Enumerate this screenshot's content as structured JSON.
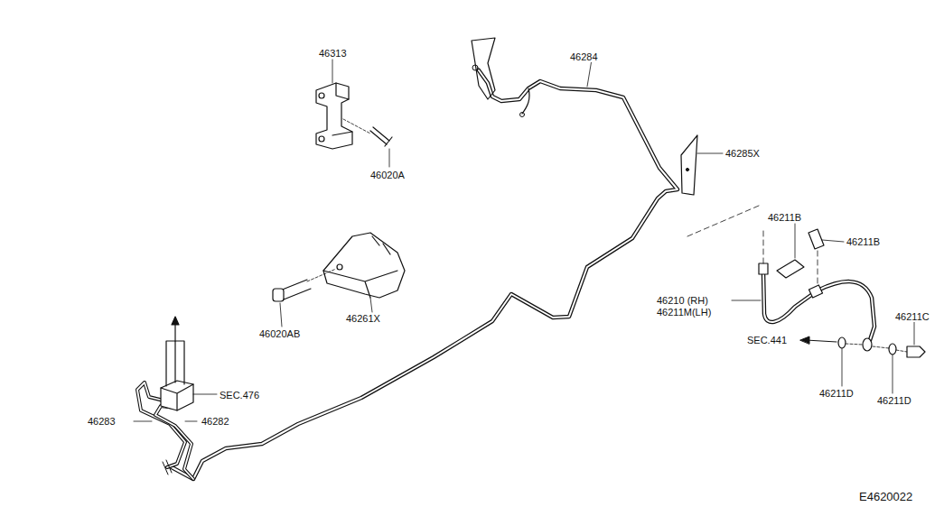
{
  "diagram": {
    "labels": [
      "46313",
      "46020A",
      "46284",
      "46285X",
      "46261X",
      "46020AB",
      "46211B",
      "46211B",
      "46210 (RH)",
      "46211M(LH)",
      "SEC.441",
      "46211C",
      "46211D",
      "46211D",
      "SEC.476",
      "46283",
      "46282",
      "E4620022"
    ]
  }
}
